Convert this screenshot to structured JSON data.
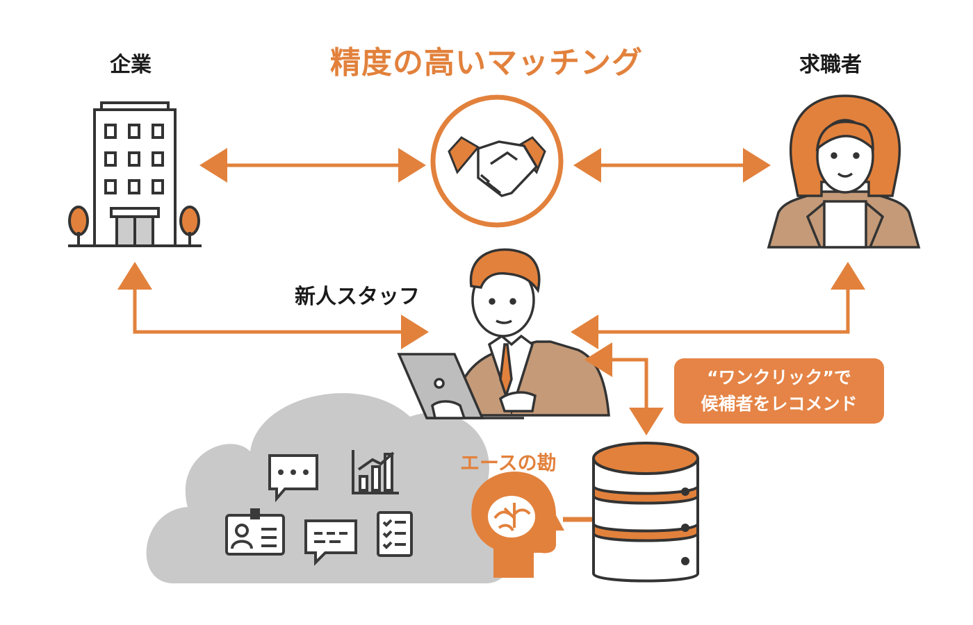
{
  "title": "精度の高いマッチング",
  "company_label": "企業",
  "jobseeker_label": "求職者",
  "staff_label": "新人スタッフ",
  "callout": {
    "line1": "“ワンクリック”で",
    "line2": "候補者をレコメンド"
  },
  "ace_label": "エースの勘",
  "colors": {
    "accent": "#e2813c",
    "cloud": "#c8c8c8",
    "dark": "#333333",
    "suit": "#c49a78"
  },
  "icons": [
    "building-icon",
    "handshake-icon",
    "jobseeker-icon",
    "staff-icon",
    "laptop-icon",
    "cloud-icon",
    "chat-icon",
    "bar-chart-icon",
    "id-card-icon",
    "message-icon",
    "checklist-icon",
    "brain-head-icon",
    "database-icon"
  ]
}
